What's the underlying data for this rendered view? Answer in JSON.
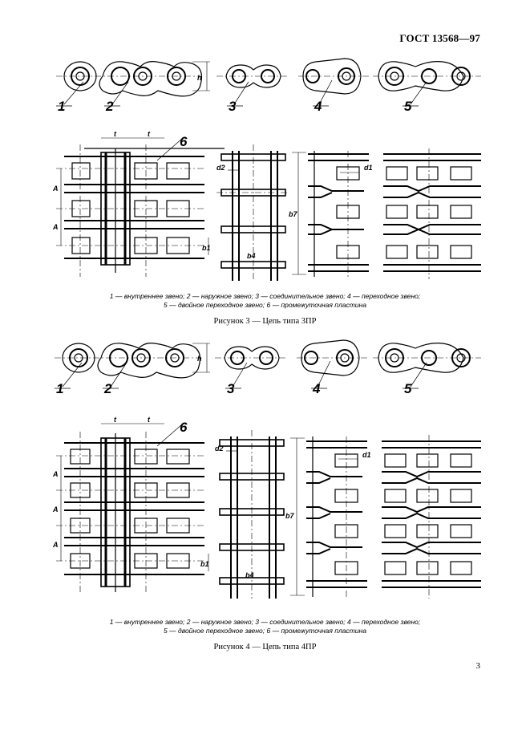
{
  "header": {
    "standard": "ГОСТ 13568—97"
  },
  "figure3": {
    "callouts": [
      "1",
      "2",
      "3",
      "4",
      "5",
      "6"
    ],
    "dims": {
      "t": "t",
      "h": "h",
      "A": "A",
      "b1": "b1",
      "b4": "b4",
      "b7": "b7",
      "d1": "d1",
      "d2": "d2"
    },
    "legend_line1": "1 — внутреннее звено; 2 — наружное звено; 3 — соединительное звено; 4 — переходное звено;",
    "legend_line2": "5 — двойное переходное звено; 6 — промежуточная пластина",
    "title": "Рисунок 3 — Цепь типа 3ПР"
  },
  "figure4": {
    "callouts": [
      "1",
      "2",
      "3",
      "4",
      "5",
      "6"
    ],
    "dims": {
      "t": "t",
      "h": "h",
      "A": "A",
      "b1": "b1",
      "b4": "b4",
      "b7": "b7",
      "d1": "d1",
      "d2": "d2"
    },
    "legend_line1": "1 — внутреннее звено; 2 — наружное звено; 3 — соединительное звено; 4 — переходное звено;",
    "legend_line2": "5 — двойное переходное звено; 6 — промежуточная пластина",
    "title": "Рисунок 4 — Цепь типа 4ПР"
  },
  "page_number": "3"
}
